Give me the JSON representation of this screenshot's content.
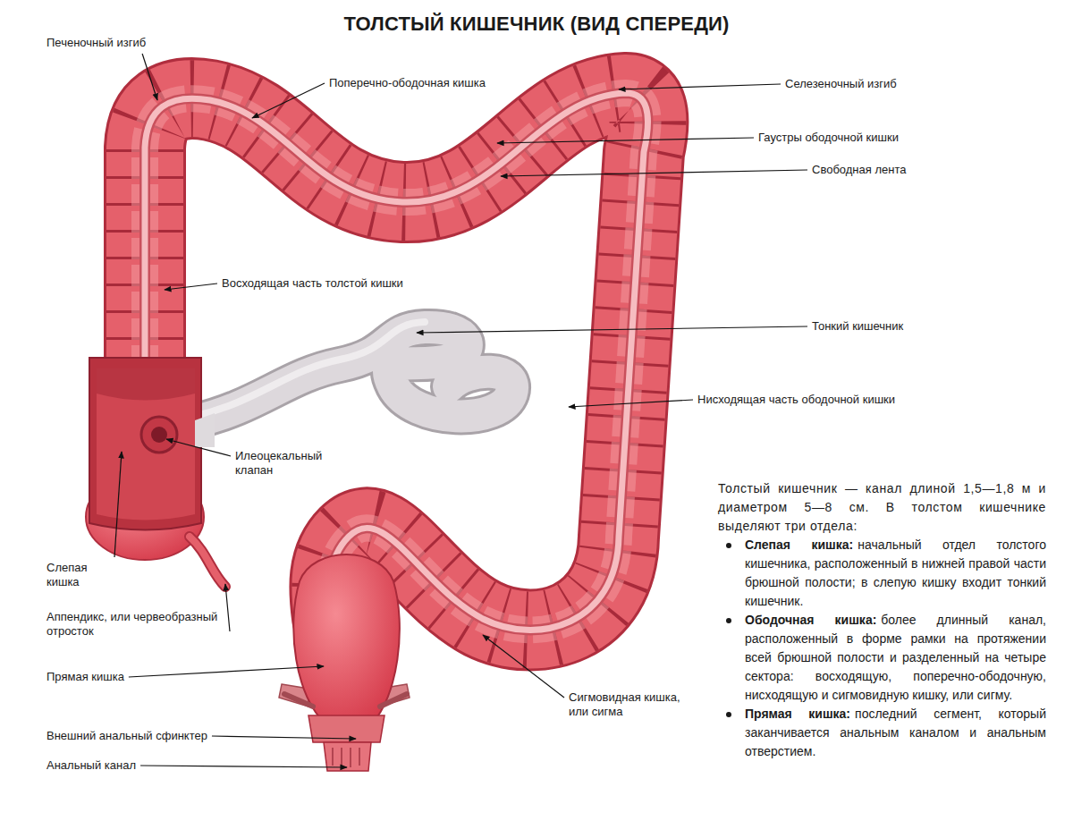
{
  "diagram": {
    "title": "ТОЛСТЫЙ КИШЕЧНИК (ВИД СПЕРЕДИ)",
    "labels": [
      "Печеночный изгиб",
      "Поперечно-ободочная кишка",
      "Селезеночный изгиб",
      "Гаустры ободочной кишки",
      "Свободная лента",
      "Восходящая часть толстой кишки",
      "Тонкий кишечник",
      "Нисходящая часть ободочной кишки",
      "Илеоцекальный клапан",
      "Слепая кишка",
      "Аппендикс, или червеобразный отросток",
      "Прямая кишка",
      "Сигмовидная кишка, или сигма",
      "Внешний анальный сфинктер",
      "Анальный канал",
      "Толстый кишечник — канал длиной 1,5—1,8 м и диаметром 5—8 см. В толстом кишечнике выделяют три отдела:",
      "Слепая кишка:",
      "начальный отдел толстого кишечника, расположенный в нижней правой части брюшной полости; в слепую кишку входит тонкий кишечник.",
      "Ободочная кишка:",
      "более длинный канал, расположенный в форме рамки на протяжении всей брюшной полости и разделенный на четыре сектора: восходящую, поперечно-ободочную, нисходящую и сигмовидную кишку, или сигму.",
      "Прямая кишка:",
      "последний сегмент, который заканчивается анальным каналом и анальным отверстием."
    ]
  }
}
